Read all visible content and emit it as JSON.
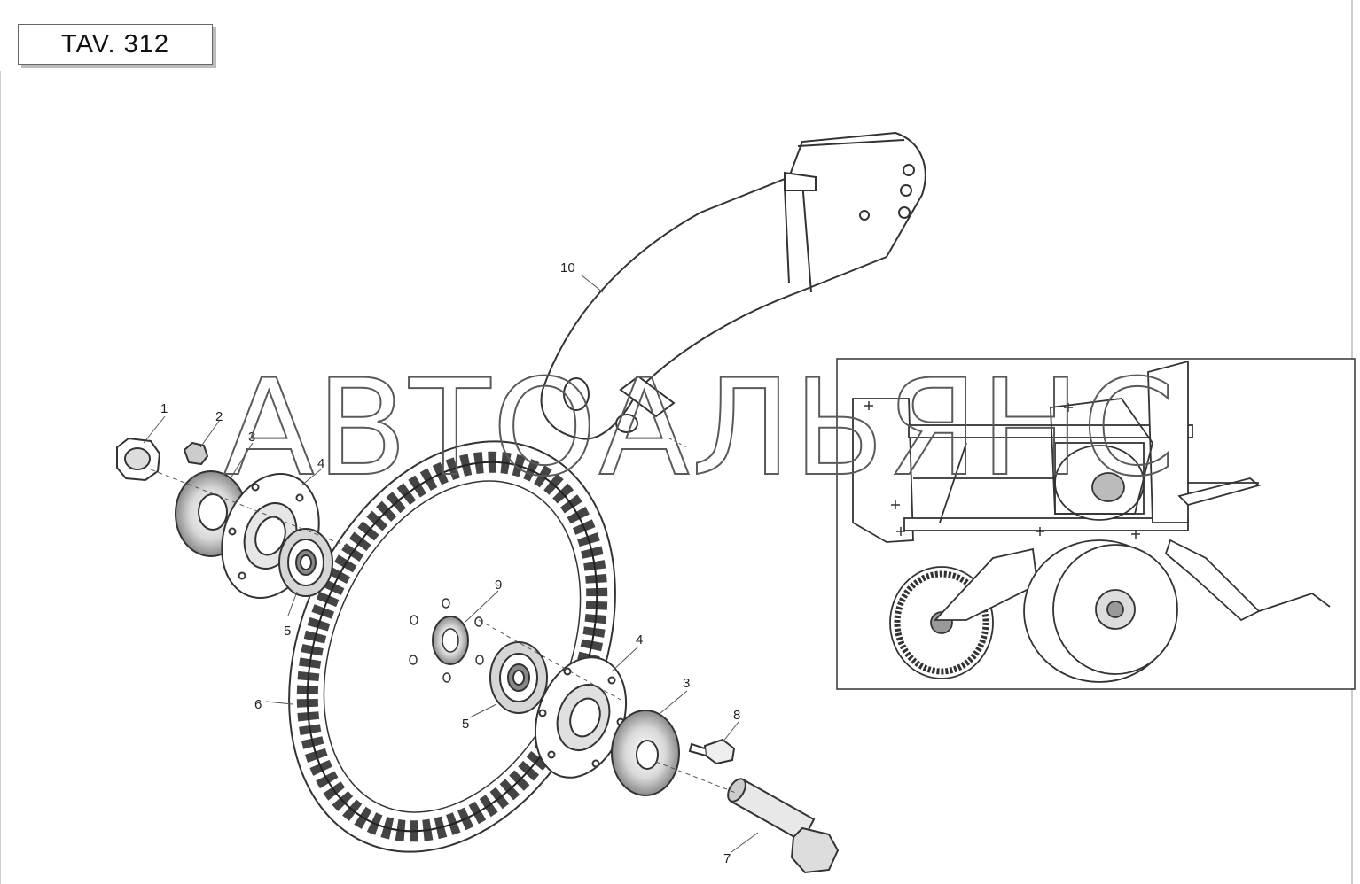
{
  "header": {
    "table_label": "TAV. 312"
  },
  "watermark": {
    "text": "АВТОАЛЬЯНС"
  },
  "callouts": [
    {
      "id": "c1",
      "text": "1"
    },
    {
      "id": "c2",
      "text": "2"
    },
    {
      "id": "c3a",
      "text": "3"
    },
    {
      "id": "c4a",
      "text": "4"
    },
    {
      "id": "c5a",
      "text": "5"
    },
    {
      "id": "c6",
      "text": "6"
    },
    {
      "id": "c9",
      "text": "9"
    },
    {
      "id": "c4b",
      "text": "4"
    },
    {
      "id": "c3b",
      "text": "3"
    },
    {
      "id": "c5b",
      "text": "5"
    },
    {
      "id": "c8",
      "text": "8"
    },
    {
      "id": "c7",
      "text": "7"
    },
    {
      "id": "c10",
      "text": "10"
    }
  ]
}
